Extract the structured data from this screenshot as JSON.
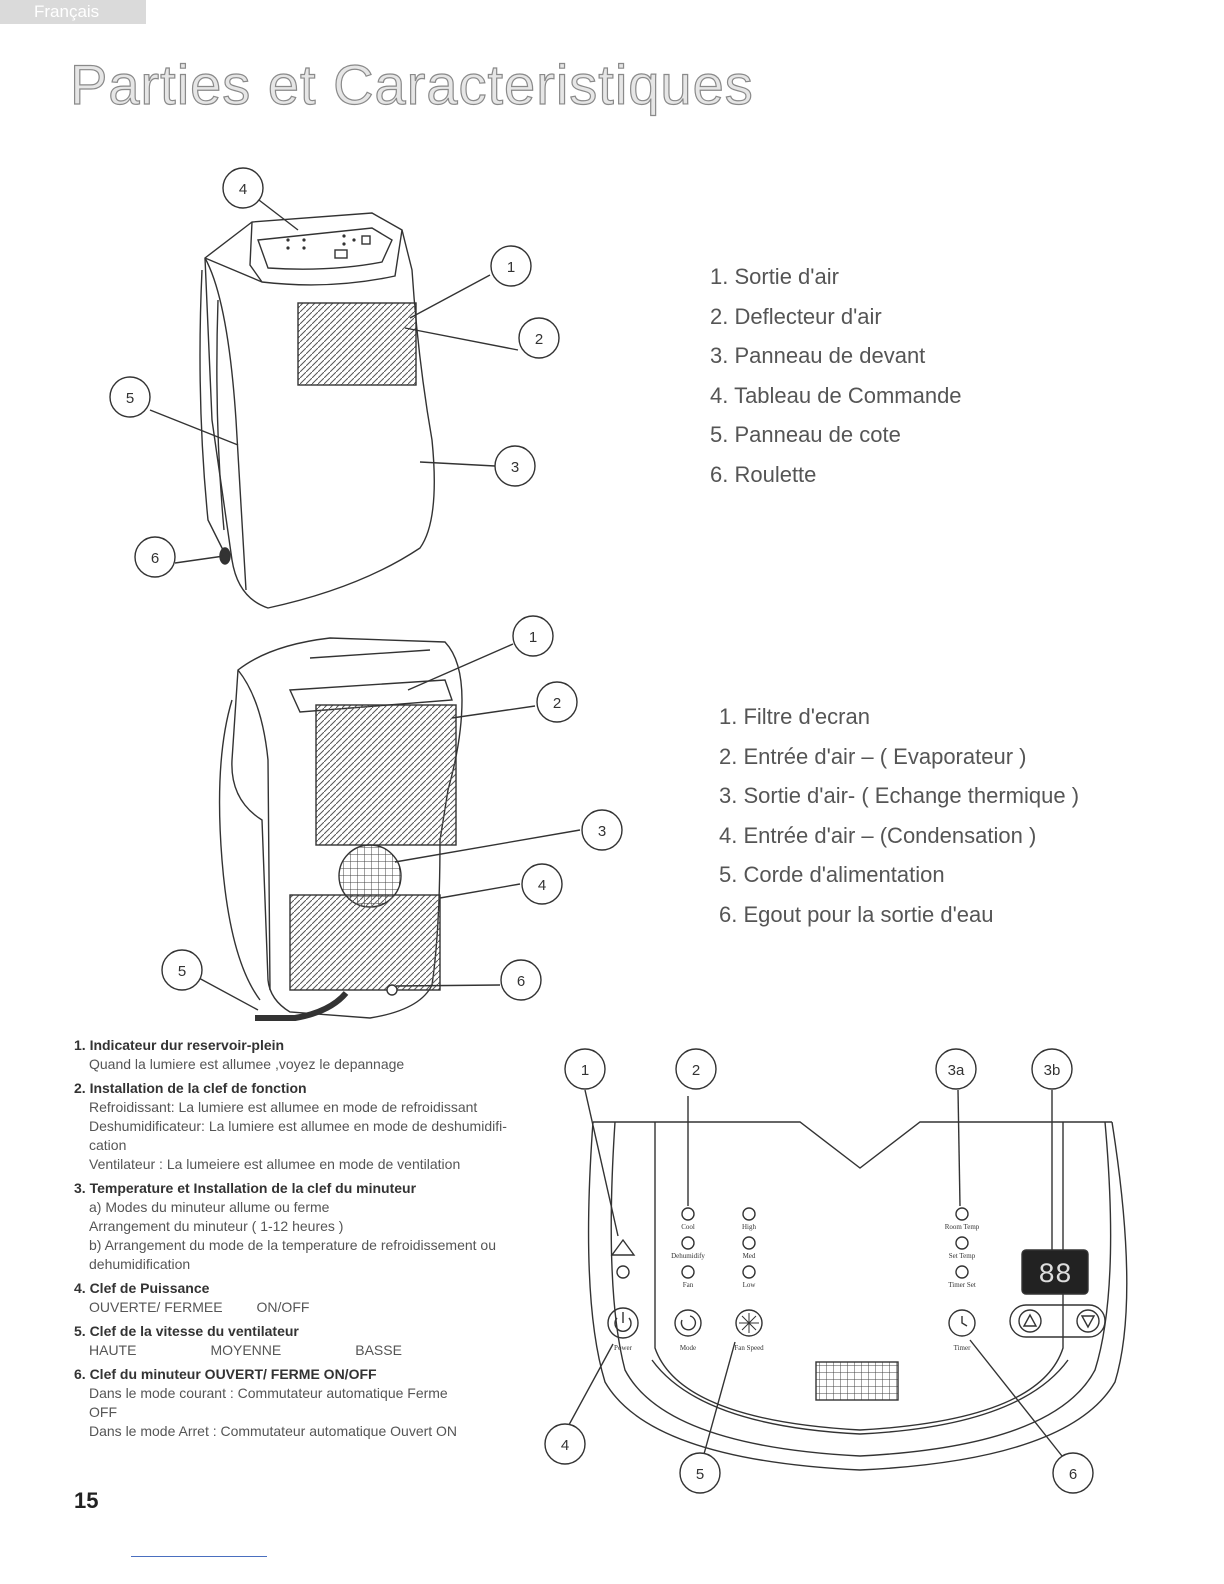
{
  "language_tab": "Français",
  "title": "Parties et Caracteristiques",
  "front_parts": [
    "1. Sortie d'air",
    "2. Deflecteur d'air",
    "3. Panneau de devant",
    "4. Tableau de Commande",
    "5. Panneau de cote",
    "6. Roulette"
  ],
  "rear_parts": [
    "1. Filtre d'ecran",
    "2. Entrée d'air – ( Evaporateur )",
    "3. Sortie d'air- ( Echange thermique )",
    "4. Entrée d'air – (Condensation )",
    "5. Corde d'alimentation",
    "6. Egout pour la sortie d'eau"
  ],
  "front_callouts": [
    "4",
    "1",
    "2",
    "5",
    "3",
    "6"
  ],
  "rear_callouts": [
    "1",
    "2",
    "3",
    "4",
    "5",
    "6"
  ],
  "panel_callouts": [
    "1",
    "2",
    "3a",
    "3b",
    "4",
    "5",
    "6"
  ],
  "panel_labels": {
    "cool": "Cool",
    "dehumidify": "Dehumidify",
    "fan": "Fan",
    "high": "High",
    "med": "Med",
    "low": "Low",
    "room_temp": "Room Temp",
    "set_temp": "Set Temp",
    "timer_set": "Timer Set",
    "power": "Power",
    "mode": "Mode",
    "fan_speed": "Fan Speed",
    "timer": "Timer",
    "display": "88"
  },
  "keys": [
    {
      "head": "1. Indicateur dur reservoir-plein",
      "lines": [
        "Quand la lumiere est allumee ,voyez le depannage"
      ]
    },
    {
      "head": "2. Installation de la clef de fonction",
      "lines": [
        "Refroidissant: La lumiere est allumee en mode de refroidissant",
        "Deshumidificateur: La lumiere est allumee en mode de deshumidifi-",
        "cation",
        "Ventilateur : La lumeiere est allumee en mode de ventilation"
      ]
    },
    {
      "head": "3. Temperature et Installation de la clef du minuteur",
      "lines": [
        "a) Modes du minuteur allume ou ferme",
        "Arrangement du minuteur ( 1-12 heures )",
        "b) Arrangement du mode de la temperature de refroidissement ou",
        "dehumidification"
      ]
    },
    {
      "head": "4. Clef de Puissance",
      "cols": [
        "OUVERTE/ FERMEE",
        "ON/OFF"
      ]
    },
    {
      "head": "5. Clef de la vitesse du ventilateur",
      "cols": [
        "HAUTE",
        "MOYENNE",
        "BASSE"
      ]
    },
    {
      "head": "6. Clef du minuteur  OUVERT/ FERME   ON/OFF",
      "lines": [
        "Dans le mode courant : Commutateur automatique  Ferme",
        "OFF",
        "Dans le mode Arret : Commutateur automatique Ouvert  ON"
      ]
    }
  ],
  "page_number": "15"
}
